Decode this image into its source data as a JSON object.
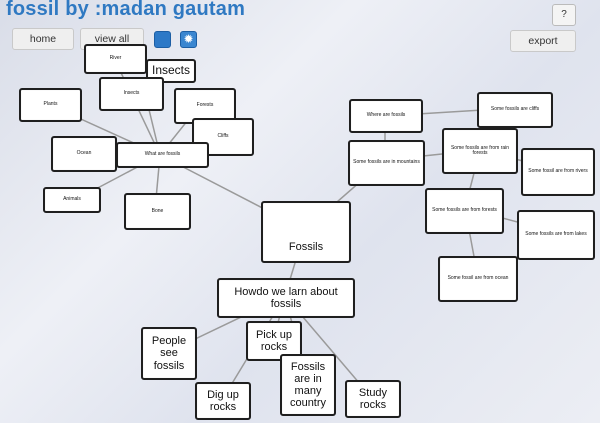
{
  "title": "fossil by :madan gautam",
  "toolbar": {
    "home": "home",
    "view_all": "view all",
    "export": "export",
    "help": "?"
  },
  "colors": {
    "accent": "#2f79c2",
    "button": "#efefef",
    "node_border": "#1f1f1f"
  },
  "nodes": {
    "river": "River",
    "insects": "Insects",
    "plants": "Plants",
    "insects_small": "Insects",
    "forests": "Forests",
    "cliffs": "Cliffs",
    "ocean": "Ocean",
    "what_are_fossils": "What are fossils",
    "animals": "Animals",
    "bone": "Bone",
    "fossils": "Fossils",
    "where_are_fossils": "Where are fossils",
    "some_cliffs": "Some fossils are cliffs",
    "some_mountains": "Some fossils are in mountains",
    "some_rain_forests": "Some fossils are from rain forests",
    "some_rivers": "Some fossil are from rivers",
    "some_forests": "Some fossils are from forests",
    "some_lakes": "Some fossils are from lakes",
    "some_ocean": "Some fossil are from ocean",
    "how_learn": "Howdo we larn about fossils",
    "pick_up_rocks": "Pick up rocks",
    "people_see_fossils": "People see fossils",
    "fossils_many_country": "Fossils are in many country",
    "dig_up_rocks": "Dig up rocks",
    "study_rocks": "Study rocks"
  }
}
